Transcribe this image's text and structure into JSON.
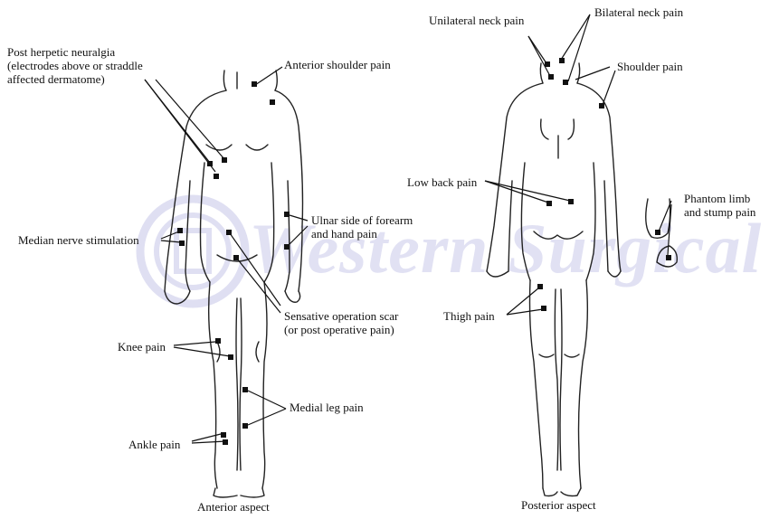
{
  "labels": {
    "post_herpetic": "Post herpetic neuralgia\n(electrodes above or straddle\naffected dermatome)",
    "anterior_shoulder": "Anterior shoulder pain",
    "ulnar_side": "Ulnar side of forearm\nand hand pain",
    "median_nerve": "Median nerve stimulation",
    "operation_scar": "Sensative operation scar\n(or post operative pain)",
    "knee_pain": "Knee pain",
    "medial_leg": "Medial leg pain",
    "ankle_pain": "Ankle pain",
    "unilateral_neck": "Unilateral neck pain",
    "bilateral_neck": "Bilateral neck pain",
    "shoulder_pain": "Shoulder pain",
    "low_back": "Low back pain",
    "phantom_limb": "Phantom limb\nand stump pain",
    "thigh_pain": "Thigh pain"
  },
  "captions": {
    "anterior": "Anterior aspect",
    "posterior": "Posterior aspect"
  },
  "watermark": {
    "text": "Western Surgical",
    "color": "#c9c9ea"
  },
  "colors": {
    "ink": "#111111",
    "background": "#ffffff"
  }
}
